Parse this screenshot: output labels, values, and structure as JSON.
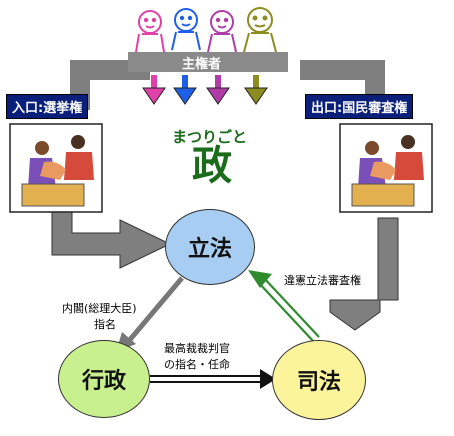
{
  "sovereign_label": "主権者",
  "entrance_label": "入口:選挙権",
  "exit_label": "出口:国民審査権",
  "matsurigoto_reading": "まつりごと",
  "matsurigoto_kanji": "政",
  "legislative": "立法",
  "executive": "行政",
  "judicial": "司法",
  "cabinet_note_line1": "内閣(総理大臣)",
  "cabinet_note_line2": "指名",
  "chief_justice_line1": "最高裁裁判官",
  "chief_justice_line2": "の指名・任命",
  "judicial_review": "違憲立法審査権",
  "colors": {
    "label_bg": "#0a1f7a",
    "arrow_gray": "#808080",
    "legislative_fill": "#a8cdf2",
    "executive_fill": "#c8f08e",
    "judicial_fill": "#fbf49a",
    "review_arrow": "#2e8b2e",
    "matsurigoto_green": "#1a6b1a",
    "person_pink": "#e040a8",
    "person_blue": "#1f5fe8",
    "person_purple": "#b03ca8",
    "person_olive": "#8c8c20"
  }
}
